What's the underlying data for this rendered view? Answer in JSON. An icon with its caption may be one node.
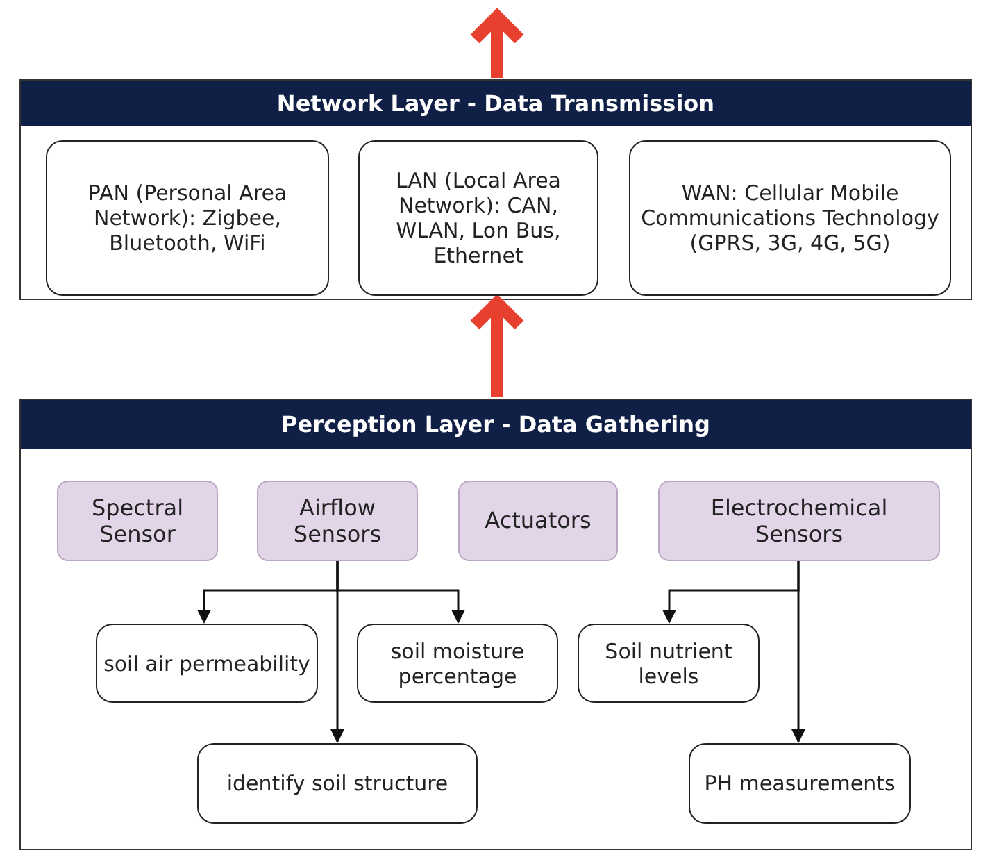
{
  "diagram": {
    "nodes": [
      {
        "text": [
          "Network Layer - Data Transmission"
        ]
      },
      {
        "text": [
          "PAN (Personal Area Network): Zigbee, Bluetooth, WiFi"
        ],
        "in": 0
      },
      {
        "text": [
          "LAN (Local Area Network): CAN, WLAN, Lon Bus, Ethernet"
        ],
        "in": 0
      },
      {
        "text": [
          "WAN: Cellular Mobile Communications Technology (GPRS, 3G, 4G, 5G)"
        ],
        "in": 0
      },
      {
        "text": [
          "Perception Layer - Data Gathering"
        ]
      },
      {
        "text": [
          "Spectral Sensor"
        ],
        "in": 4
      },
      {
        "text": [
          "Airflow Sensors"
        ],
        "in": 4
      },
      {
        "text": [
          "Actuators"
        ],
        "in": 4
      },
      {
        "text": [
          "Electrochemical Sensors"
        ],
        "in": 4
      },
      {
        "text": [
          "soil air permeability"
        ],
        "in": 4
      },
      {
        "text": [
          "soil moisture percentage"
        ],
        "in": 4
      },
      {
        "text": [
          "Soil nutrient levels"
        ],
        "in": 4
      },
      {
        "text": [
          "identify soil structure"
        ],
        "in": 4
      },
      {
        "text": [
          "PH measurements"
        ],
        "in": 4
      }
    ],
    "edges": [
      {
        "from": 6,
        "to": 9,
        "arrow": "to"
      },
      {
        "from": 6,
        "to": 10,
        "arrow": "to"
      },
      {
        "from": 6,
        "to": 12,
        "arrow": "to"
      },
      {
        "from": 8,
        "to": 11,
        "arrow": "to"
      },
      {
        "from": 8,
        "to": 13,
        "arrow": "to"
      },
      {
        "from": 4,
        "to": 0,
        "arrow": "to",
        "style": "thick",
        "color": "#e8402e"
      },
      {
        "from": 0,
        "to": null,
        "arrow": "to",
        "style": "thick",
        "color": "#e8402e"
      }
    ]
  }
}
